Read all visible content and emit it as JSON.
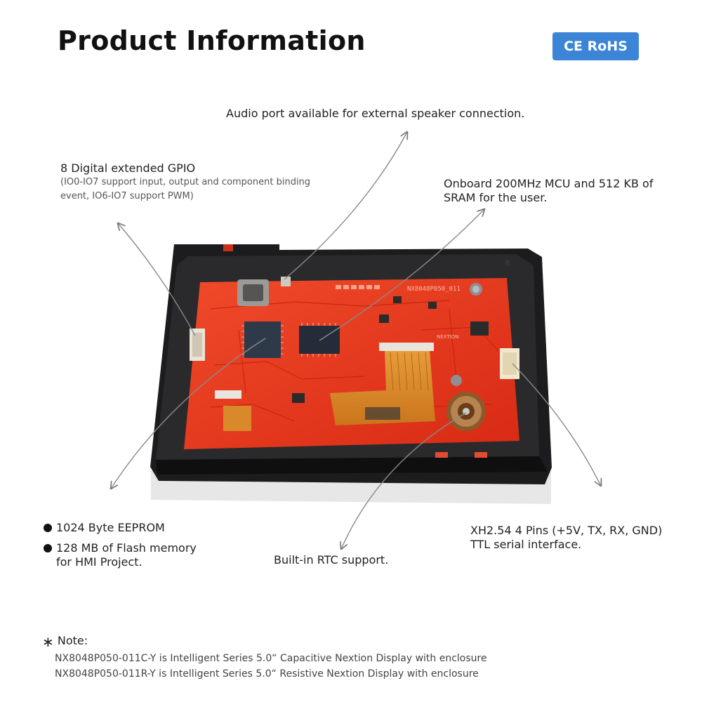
{
  "header": {
    "title": "Product Information",
    "certification": "CE RoHS",
    "cert_color": "#3b84d6"
  },
  "callouts": {
    "audio": "Audio port available for external speaker connection.",
    "gpio_title": "8 Digital extended GPIO",
    "gpio_detail_1": "(IO0-IO7 support input, output and component binding",
    "gpio_detail_2": "event, IO6-IO7 support PWM)",
    "mcu_1": "Onboard 200MHz MCU and 512 KB of",
    "mcu_2": "SRAM for the user.",
    "eeprom": "1024 Byte EEPROM",
    "flash_1": "128 MB of Flash memory",
    "flash_2": "for HMI Project.",
    "rtc": "Built-in RTC support.",
    "serial_1": "XH2.54 4 Pins (+5V, TX, RX, GND)",
    "serial_2": "TTL serial interface."
  },
  "board": {
    "silkscreen": "NX8048P050_011",
    "brand": "NEXTION",
    "pcb_color": "#e8361c",
    "enclosure_color": "#1c1c1e"
  },
  "note": {
    "symbol": "∗",
    "label": "Note:",
    "lines": [
      "NX8048P050-011C-Y is Intelligent Series 5.0“ Capacitive Nextion Display with enclosure",
      "NX8048P050-011R-Y is Intelligent Series 5.0“ Resistive Nextion Display with enclosure"
    ]
  }
}
